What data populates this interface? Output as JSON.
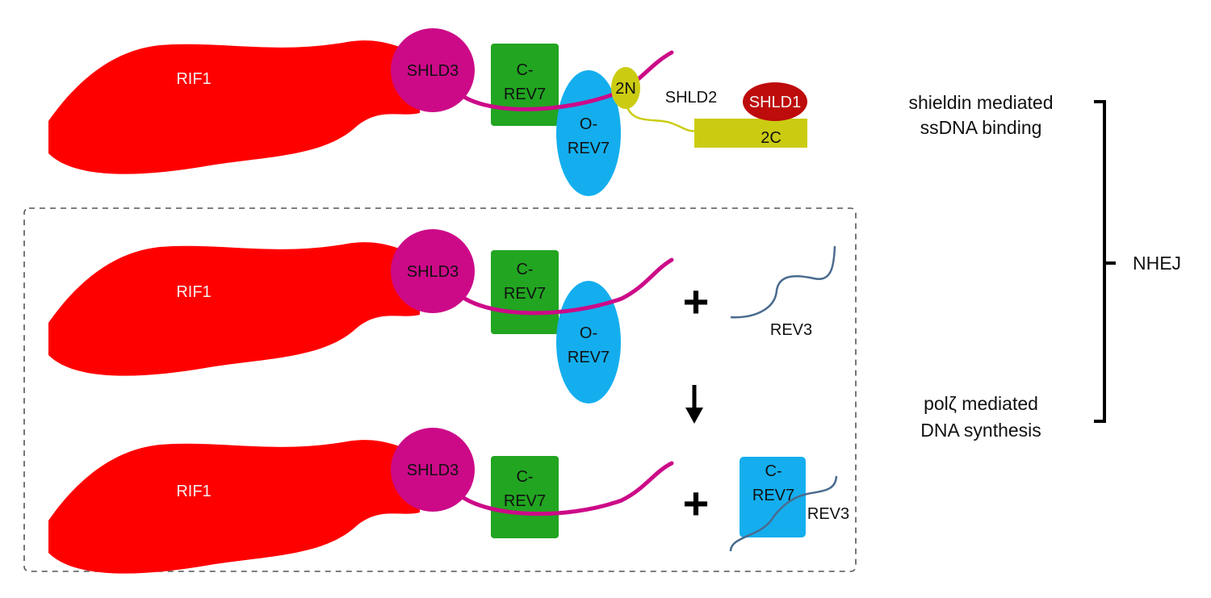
{
  "complex_full": {
    "rif1": "RIF1",
    "shld3": "SHLD3",
    "c_rev7_line1": "C-",
    "c_rev7_line2": "REV7",
    "o_rev7_line1": "O-",
    "o_rev7_line2": "REV7",
    "shld2_n": "2N",
    "shld2": "SHLD2",
    "shld1": "SHLD1",
    "shld2_c": "2C"
  },
  "complex_mid": {
    "rif1": "RIF1",
    "shld3": "SHLD3",
    "c_rev7_line1": "C-",
    "c_rev7_line2": "REV7",
    "o_rev7_line1": "O-",
    "o_rev7_line2": "REV7",
    "plus": "+",
    "rev3": "REV3"
  },
  "complex_bottom": {
    "rif1": "RIF1",
    "shld3": "SHLD3",
    "c_rev7_line1": "C-",
    "c_rev7_line2": "REV7",
    "plus": "+",
    "rev3_complex_line1": "C-",
    "rev3_complex_line2": "REV7",
    "rev3": "REV3"
  },
  "side_labels": {
    "top_line1": "shieldin mediated",
    "top_line2": "ssDNA binding",
    "bottom_line1": "polζ mediated",
    "bottom_line2": "DNA  synthesis",
    "bracket_label": "NHEJ"
  },
  "colors": {
    "rif1": "#ff0000",
    "shld3": "#cc0a88",
    "c_rev7": "#22a521",
    "o_rev7": "#14aeee",
    "shld2": "#cbcc12",
    "shld1": "#be0b0b",
    "rev3_line": "#4a6b8e"
  }
}
